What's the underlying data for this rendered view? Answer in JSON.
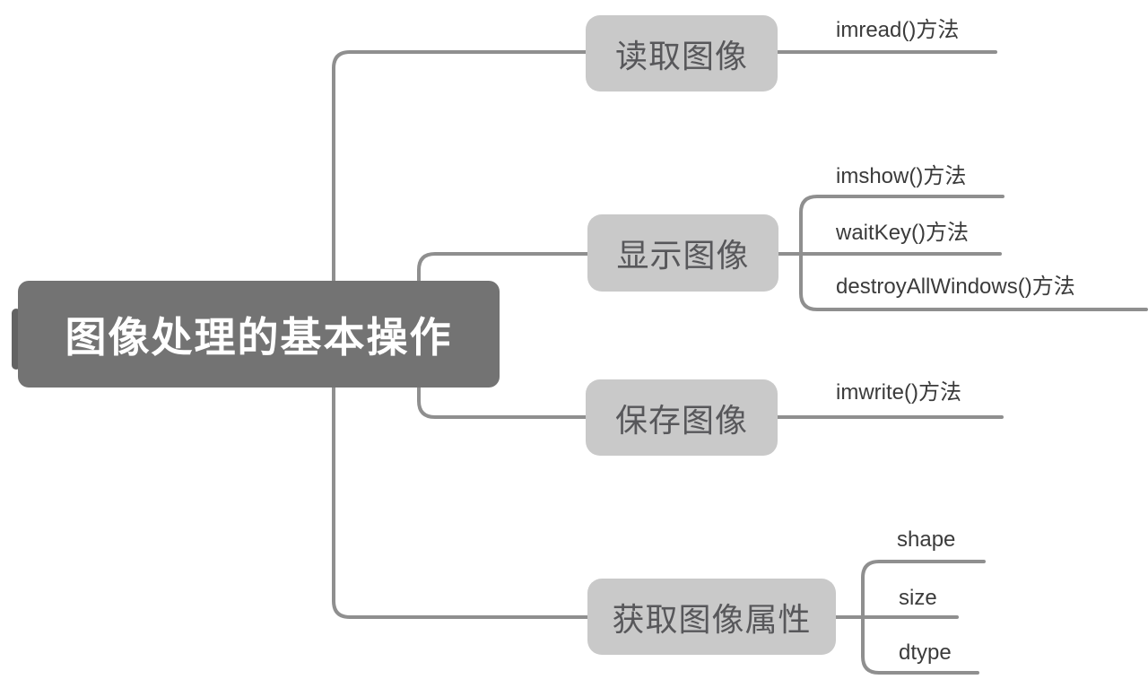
{
  "diagram": {
    "type": "mindmap",
    "title": "图像处理的基本操作",
    "root": {
      "label": "图像处理的基本操作"
    },
    "branches": [
      {
        "label": "读取图像",
        "children": [
          {
            "label": "imread()方法"
          }
        ]
      },
      {
        "label": "显示图像",
        "children": [
          {
            "label": "imshow()方法"
          },
          {
            "label": "waitKey()方法"
          },
          {
            "label": "destroyAllWindows()方法"
          }
        ]
      },
      {
        "label": "保存图像",
        "children": [
          {
            "label": "imwrite()方法"
          }
        ]
      },
      {
        "label": "获取图像属性",
        "children": [
          {
            "label": "shape"
          },
          {
            "label": "size"
          },
          {
            "label": "dtype"
          }
        ]
      }
    ],
    "colors": {
      "background": "#ffffff",
      "root_fill": "#737373",
      "root_text": "#ffffff",
      "branch_fill": "#c9c9c9",
      "branch_text": "#57575a",
      "connector_line": "#8f8f8f",
      "leaf_text": "#3b3b3b"
    }
  }
}
